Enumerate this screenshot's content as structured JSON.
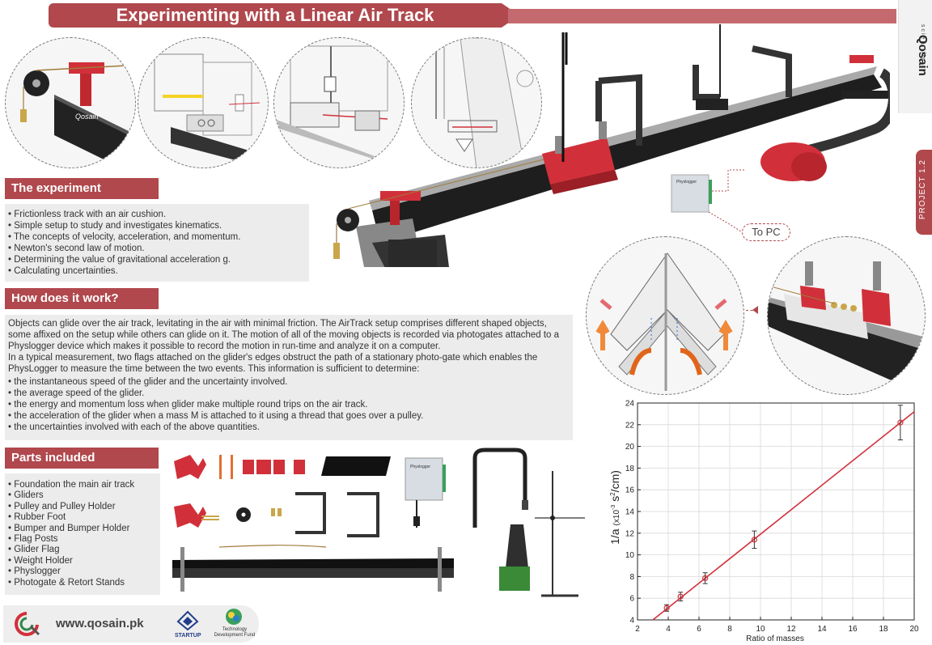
{
  "title": "Experimenting with a Linear Air Track",
  "project_tab": "PROJECT 1.2",
  "brand": {
    "name": "Qosain",
    "sub": "scientific",
    "url": "www.qosain.pk"
  },
  "to_pc": "To PC",
  "physlogger_label": "Physlogger",
  "experiment": {
    "header": "The experiment",
    "items": [
      "Frictionless track with an air cushion.",
      "Simple setup to study and investigates kinematics.",
      "The concepts of velocity, acceleration, and momentum.",
      "Newton's second law of motion.",
      "Determining the value of gravitational acceleration g.",
      "Calculating uncertainties."
    ]
  },
  "how": {
    "header": "How does it work?",
    "para1": "Objects can glide over the air track, levitating in the air with minimal friction. The AirTrack setup comprises different shaped objects, some affixed on the setup while others can glide on it. The motion of all of the moving objects is recorded via photogates attached to a Physlogger device which makes it possible to record the motion in run-time and analyze it on a computer.",
    "para2": "In a typical measurement, two flags attached on the glider's edges obstruct the path of a stationary photo-gate which enables the PhysLogger to measure the time between the two events. This information is sufficient to determine:",
    "items": [
      "the instantaneous speed of the glider and the uncertainty involved.",
      "the average speed of the glider.",
      "the energy and momentum loss when glider make multiple round trips on the air track.",
      "the acceleration of the glider when a mass M is attached to it using a thread that goes over a pulley.",
      "the uncertainties involved with each of the above quantities."
    ]
  },
  "parts": {
    "header": "Parts included",
    "items": [
      "Foundation the main air track",
      "Gliders",
      "Pulley and Pulley Holder",
      "Rubber Foot",
      "Bumper and Bumper Holder",
      "Flag Posts",
      "Glider Flag",
      "Weight Holder",
      "Physlogger",
      "Photogate & Retort Stands"
    ]
  },
  "footer": {
    "startup": "STARTUP",
    "tdf_line1": "Technology",
    "tdf_line2": "Development Fund"
  },
  "colors": {
    "accent": "#b0484d",
    "line": "#d1303a"
  },
  "chart_data": {
    "type": "scatter",
    "xlabel": "Ratio of masses",
    "ylabel_main": "1/a",
    "ylabel_units": "(x10",
    "ylabel_exp1": "-3",
    "ylabel_s": "s",
    "ylabel_exp2": "2",
    "ylabel_end": "/cm)",
    "xlim": [
      2,
      20
    ],
    "ylim": [
      4,
      24
    ],
    "xticks": [
      2,
      4,
      6,
      8,
      10,
      12,
      14,
      16,
      18,
      20
    ],
    "yticks": [
      4,
      6,
      8,
      10,
      12,
      14,
      16,
      18,
      20,
      22,
      24
    ],
    "grid": true,
    "points": [
      {
        "x": 3.9,
        "y": 5.1,
        "err": 0.3
      },
      {
        "x": 4.8,
        "y": 6.15,
        "err": 0.4
      },
      {
        "x": 6.4,
        "y": 7.85,
        "err": 0.5
      },
      {
        "x": 9.6,
        "y": 11.4,
        "err": 0.8
      },
      {
        "x": 19.1,
        "y": 22.2,
        "err": 1.6
      }
    ],
    "fit": {
      "x": [
        3.0,
        20.0
      ],
      "y": [
        4.0,
        23.2
      ]
    }
  }
}
